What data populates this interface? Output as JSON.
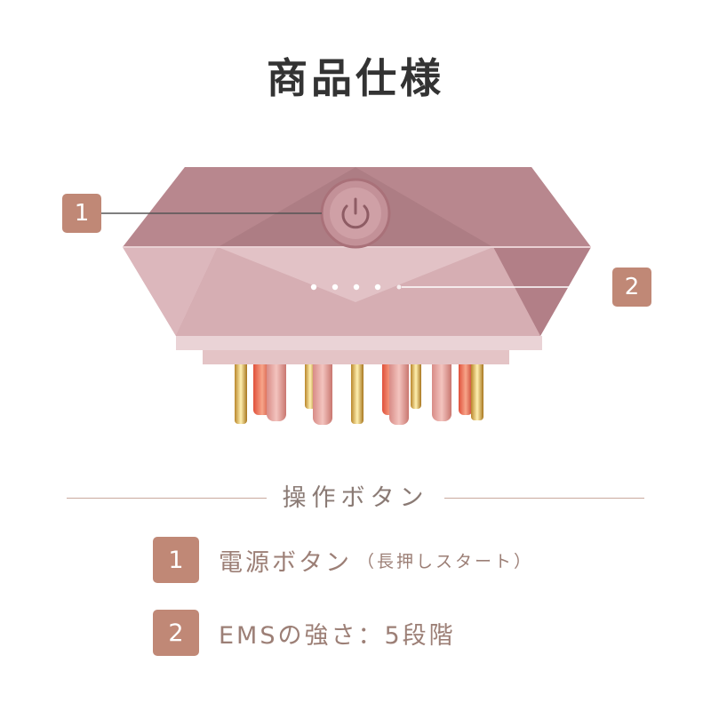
{
  "title": "商品仕様",
  "callouts": [
    {
      "number": "1"
    },
    {
      "number": "2"
    }
  ],
  "colors": {
    "accent": "#c08876",
    "body_pink": "#cfa3ab",
    "text_dark": "#333333",
    "text_muted": "#9c7f76"
  },
  "section": {
    "label": "操作ボタン"
  },
  "specs": [
    {
      "number": "1",
      "text": "電源ボタン",
      "note": "（長押しスタート）"
    },
    {
      "number": "2",
      "text": "EMSの強さ：5段階",
      "note": ""
    }
  ]
}
